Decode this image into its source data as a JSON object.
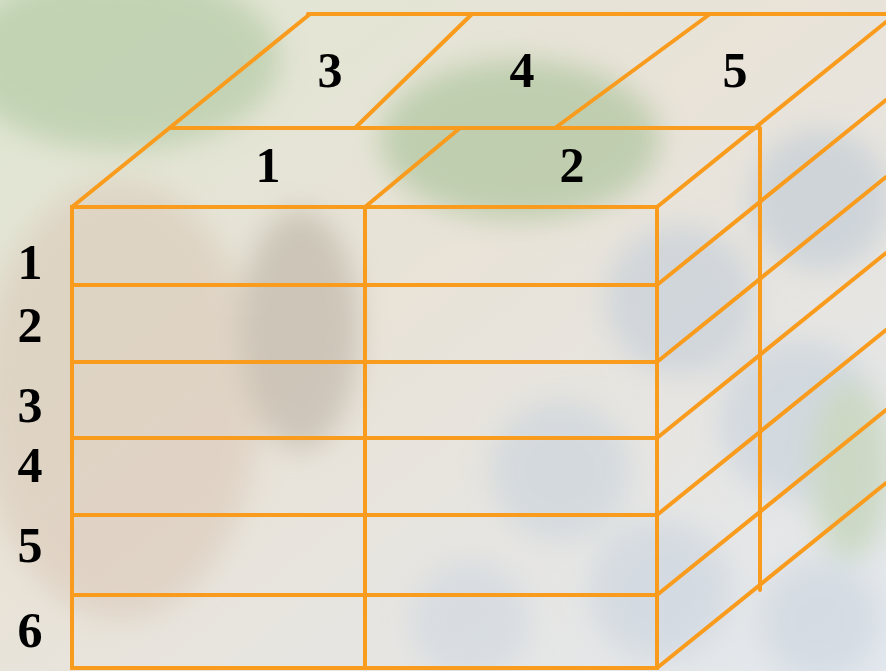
{
  "diagram": {
    "labels": [
      "3",
      "4",
      "5",
      "1",
      "2",
      "1",
      "2",
      "3",
      "4",
      "5",
      "6"
    ]
  }
}
